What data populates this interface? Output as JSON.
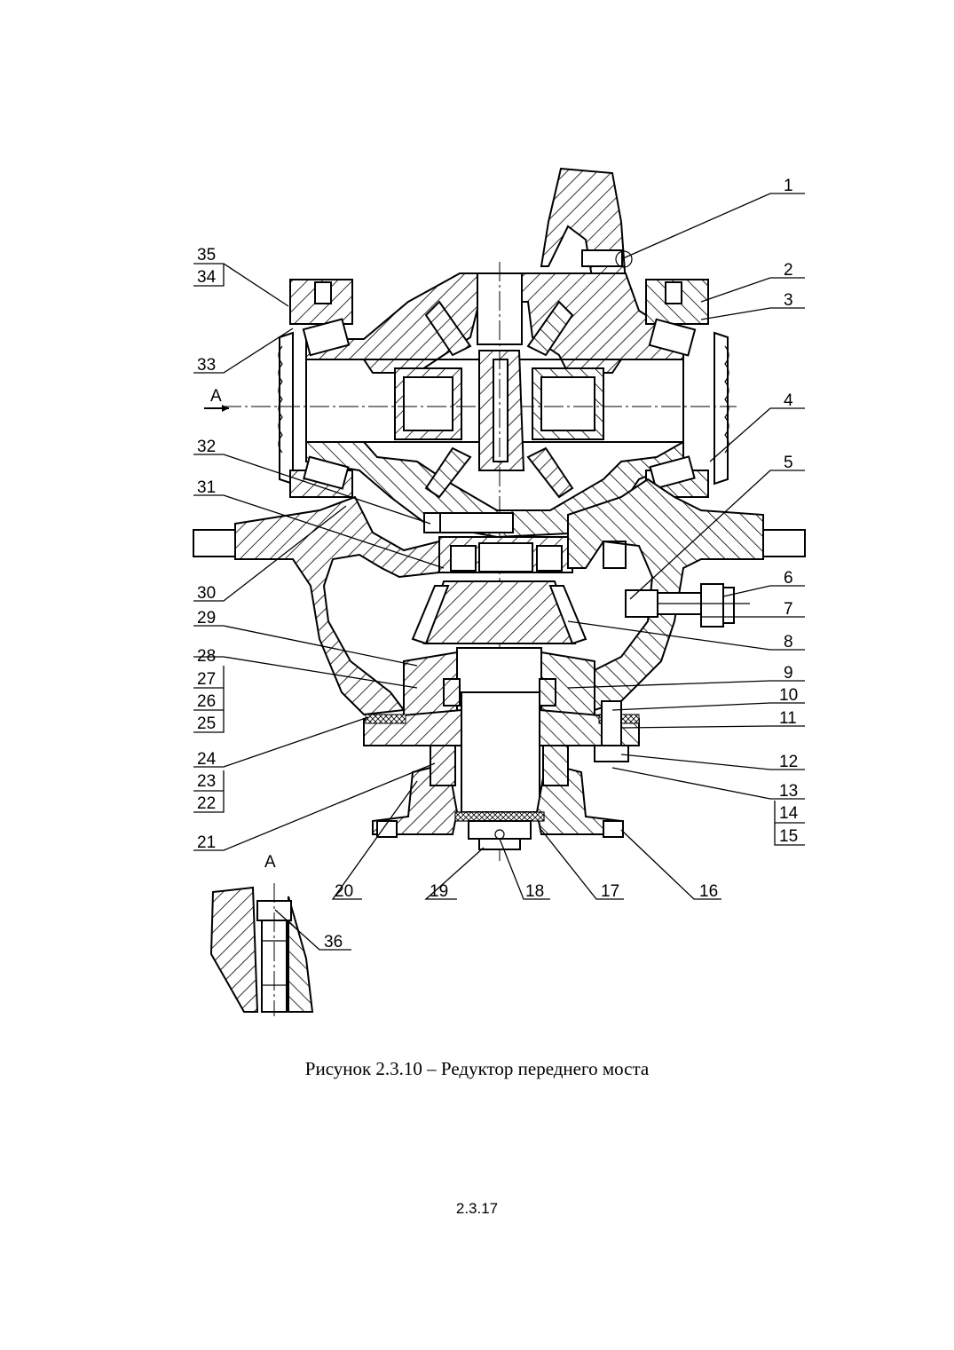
{
  "caption": "Рисунок 2.3.10 – Редуктор переднего моста",
  "page_number": "2.3.17",
  "view_label": "А",
  "detail_label": "А",
  "callouts": [
    "1",
    "2",
    "3",
    "4",
    "5",
    "6",
    "7",
    "8",
    "9",
    "10",
    "11",
    "12",
    "13",
    "14",
    "15",
    "16",
    "17",
    "18",
    "19",
    "20",
    "21",
    "22",
    "23",
    "24",
    "25",
    "26",
    "27",
    "28",
    "29",
    "30",
    "31",
    "32",
    "33",
    "34",
    "35",
    "36"
  ]
}
